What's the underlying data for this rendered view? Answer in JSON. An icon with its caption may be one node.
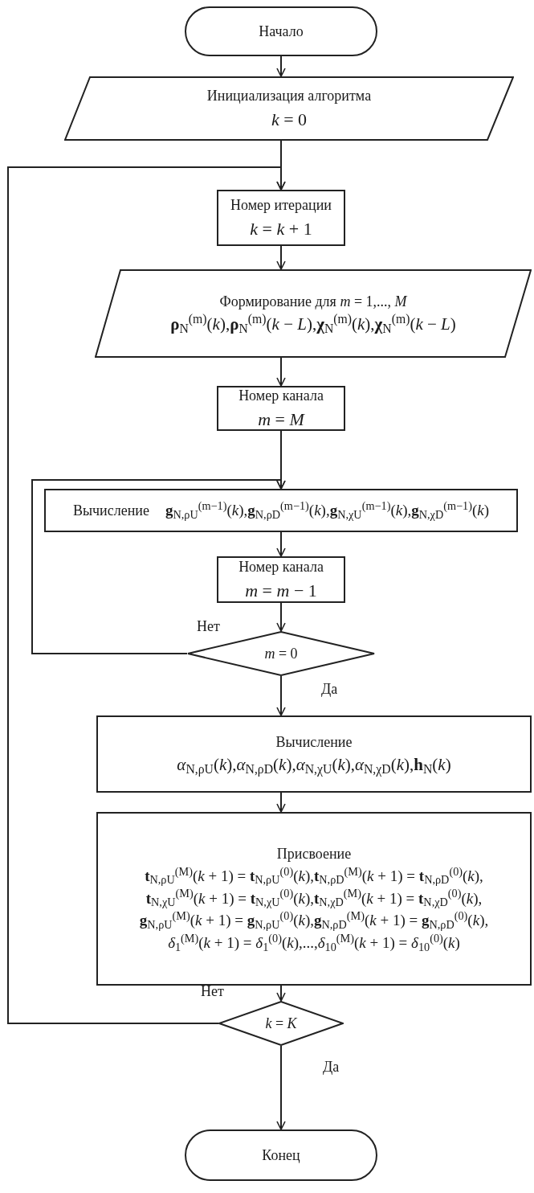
{
  "diagram": {
    "nodes": [
      {
        "text": [
          "Начало"
        ]
      },
      {
        "text": [
          "Инициализация алгоритма",
          "*k* = 0"
        ]
      },
      {
        "text": [
          "Номер итерации",
          "*k* = *k* + 1"
        ]
      },
      {
        "text": [
          "Формирование для *m* = 1,..., *M*",
          "**ρ**$_{N}$$^{(m)}$(*k*),**ρ**$_{N}$$^{(m)}$(*k* − *L*),**χ**$_{N}$$^{(m)}$(*k*),**χ**$_{N}$$^{(m)}$(*k* − *L*)"
        ]
      },
      {
        "text": [
          "Номер канала",
          "*m* = *M*"
        ]
      },
      {
        "text": [
          "Вычисление",
          "**g**$_{N,ρU}$$^{(m−1)}$(*k*),**g**$_{N,ρD}$$^{(m−1)}$(*k*),**g**$_{N,χU}$$^{(m−1)}$(*k*),**g**$_{N,χD}$$^{(m−1)}$(*k*)"
        ]
      },
      {
        "text": [
          "Номер канала",
          "*m* = *m* − 1"
        ]
      },
      {
        "text": [
          "*m* = 0"
        ]
      },
      {
        "text": [
          "Вычисление",
          "*α*$_{N,ρU}$(*k*),*α*$_{N,ρD}$(*k*),*α*$_{N,χU}$(*k*),*α*$_{N,χD}$(*k*),**h**$_{N}$(*k*)"
        ]
      },
      {
        "text": [
          "Присвоение",
          "**t**$_{N,ρU}$$^{(M)}$(*k* + 1) = **t**$_{N,ρU}$$^{(0)}$(*k*),**t**$_{N,ρD}$$^{(M)}$(*k* + 1) = **t**$_{N,ρD}$$^{(0)}$(*k*),",
          "**t**$_{N,χU}$$^{(M)}$(*k* + 1) = **t**$_{N,χU}$$^{(0)}$(*k*),**t**$_{N,χD}$$^{(M)}$(*k* + 1) = **t**$_{N,χD}$$^{(0)}$(*k*),",
          "**g**$_{N,ρU}$$^{(M)}$(*k* + 1) = **g**$_{N,ρU}$$^{(0)}$(*k*),**g**$_{N,ρD}$$^{(M)}$(*k* + 1) = **g**$_{N,ρD}$$^{(0)}$(*k*),",
          "*δ*$_{1}$$^{(M)}$(*k* + 1) = *δ*$_{1}$$^{(0)}$(*k*),...,*δ*$_{10}$$^{(M)}$(*k* + 1) = *δ*$_{10}$$^{(0)}$(*k*)"
        ]
      },
      {
        "text": [
          "*k* = *K*"
        ]
      },
      {
        "text": [
          "Конец"
        ]
      }
    ],
    "edges": [
      {
        "from": 0,
        "to": 1,
        "arrow": "to"
      },
      {
        "from": 1,
        "to": 2,
        "arrow": "to"
      },
      {
        "from": 2,
        "to": 3,
        "arrow": "to"
      },
      {
        "from": 3,
        "to": 4,
        "arrow": "to"
      },
      {
        "from": 4,
        "to": 5,
        "arrow": "to"
      },
      {
        "from": 5,
        "to": 6,
        "arrow": "to"
      },
      {
        "from": 6,
        "to": 7,
        "arrow": "to"
      },
      {
        "from": 7,
        "to": 5,
        "arrow": "to",
        "label": "Нет"
      },
      {
        "from": 7,
        "to": 8,
        "arrow": "to",
        "label": "Да"
      },
      {
        "from": 8,
        "to": 9,
        "arrow": "to"
      },
      {
        "from": 9,
        "to": 10,
        "arrow": "to"
      },
      {
        "from": 10,
        "to": 2,
        "arrow": "to",
        "label": "Нет"
      },
      {
        "from": 10,
        "to": 11,
        "arrow": "to",
        "label": "Да"
      }
    ]
  }
}
